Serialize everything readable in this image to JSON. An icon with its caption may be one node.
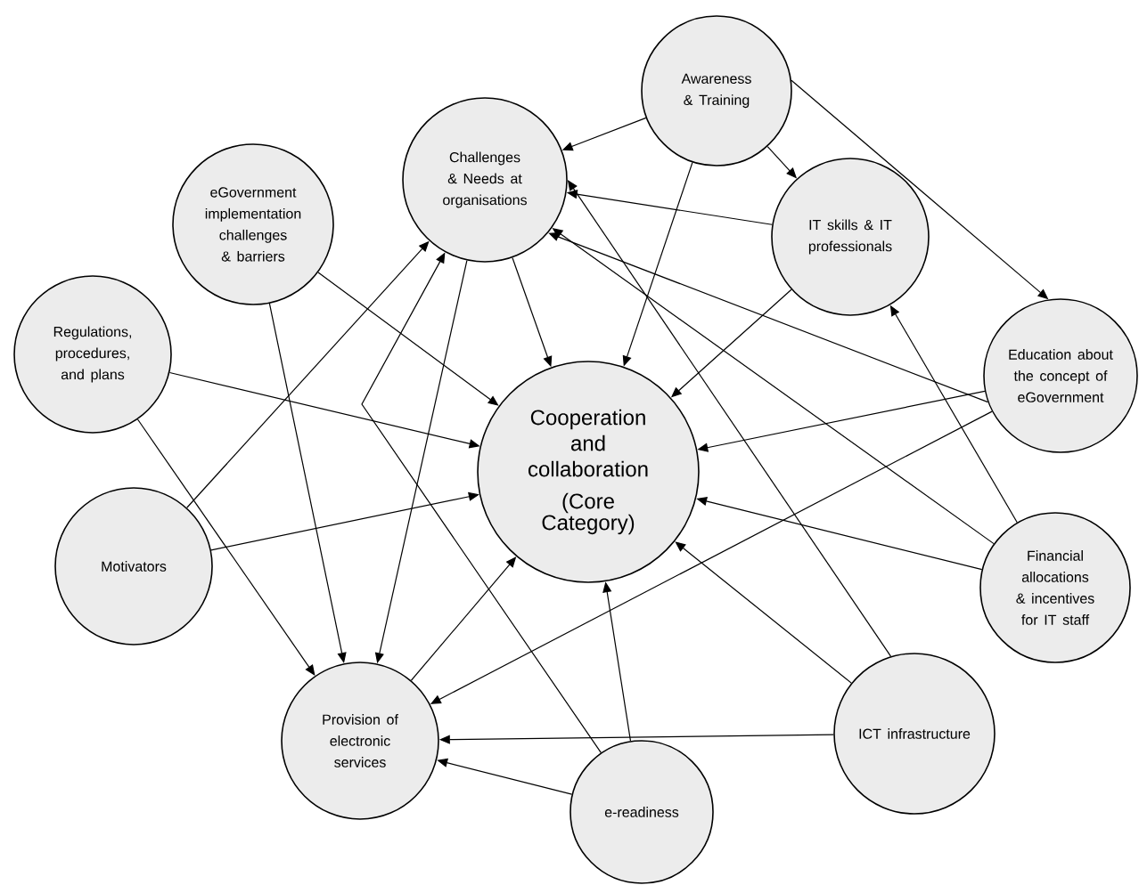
{
  "diagram": {
    "nodes": [
      {
        "text": [
          "Awareness & Training"
        ]
      },
      {
        "text": [
          "Challenges & Needs at organisations"
        ]
      },
      {
        "text": [
          "eGovernment implementation challenges & barriers"
        ]
      },
      {
        "text": [
          "IT skills & IT professionals"
        ]
      },
      {
        "text": [
          "Regulations, procedures, and plans"
        ]
      },
      {
        "text": [
          "Education about the concept of eGovernment"
        ]
      },
      {
        "text": [
          "Cooperation and collaboration",
          "(Core Category)"
        ]
      },
      {
        "text": [
          "Motivators"
        ]
      },
      {
        "text": [
          "Financial allocations & incentives for IT staff"
        ]
      },
      {
        "text": [
          "Provision of electronic services"
        ]
      },
      {
        "text": [
          "ICT infrastructure"
        ]
      },
      {
        "text": [
          "e-readiness"
        ]
      }
    ],
    "edges": [
      {
        "from": 0,
        "to": 1,
        "arrow": "to"
      },
      {
        "from": 0,
        "to": 3,
        "arrow": "to"
      },
      {
        "from": 0,
        "to": 5,
        "arrow": "to"
      },
      {
        "from": 0,
        "to": 6,
        "arrow": "to"
      },
      {
        "from": 3,
        "to": 1,
        "arrow": "to"
      },
      {
        "from": 3,
        "to": 6,
        "arrow": "to"
      },
      {
        "from": 1,
        "to": 6,
        "arrow": "to"
      },
      {
        "from": 1,
        "to": 9,
        "arrow": "to"
      },
      {
        "from": 2,
        "to": 6,
        "arrow": "to"
      },
      {
        "from": 2,
        "to": 9,
        "arrow": "to"
      },
      {
        "from": 4,
        "to": 6,
        "arrow": "to"
      },
      {
        "from": 4,
        "to": 9,
        "arrow": "to"
      },
      {
        "from": 7,
        "to": 6,
        "arrow": "to"
      },
      {
        "from": 7,
        "to": 1,
        "arrow": "to"
      },
      {
        "from": 5,
        "to": 1,
        "arrow": "to"
      },
      {
        "from": 5,
        "to": 6,
        "arrow": "to"
      },
      {
        "from": 5,
        "to": 9,
        "arrow": "to"
      },
      {
        "from": 8,
        "to": 1,
        "arrow": "to"
      },
      {
        "from": 8,
        "to": 3,
        "arrow": "to"
      },
      {
        "from": 8,
        "to": 6,
        "arrow": "to"
      },
      {
        "from": 10,
        "to": 1,
        "arrow": "to"
      },
      {
        "from": 10,
        "to": 6,
        "arrow": "to"
      },
      {
        "from": 10,
        "to": 9,
        "arrow": "to"
      },
      {
        "from": 11,
        "to": 1,
        "arrow": "to"
      },
      {
        "from": 11,
        "to": 9,
        "arrow": "to"
      },
      {
        "from": 11,
        "to": 6,
        "arrow": "to"
      },
      {
        "from": 9,
        "to": 6,
        "arrow": "to"
      }
    ]
  }
}
